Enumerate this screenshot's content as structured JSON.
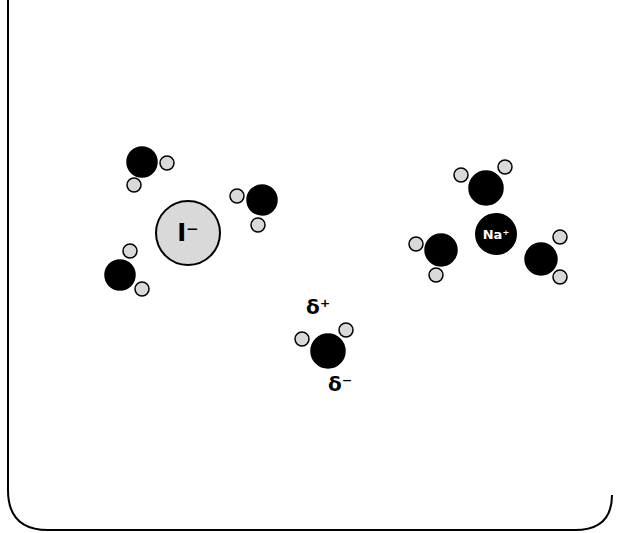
{
  "diagram": {
    "nodes": [
      {
        "text": [
          "I⁻"
        ]
      },
      {
        "text": [
          "Na⁺"
        ]
      }
    ],
    "labels": [
      "δ⁺",
      "δ⁻"
    ]
  }
}
